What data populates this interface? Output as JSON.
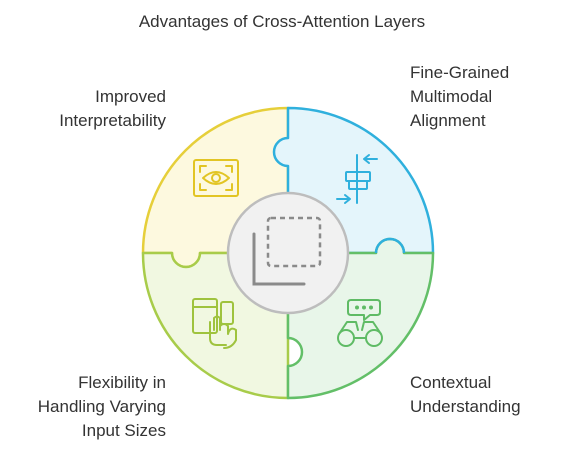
{
  "title": "Advantages of Cross-Attention Layers",
  "quadrants": [
    {
      "position": "top-left",
      "lines": [
        "Improved",
        "Interpretability"
      ],
      "icon": "eye-icon",
      "fill": "#fdf9df",
      "stroke": "#e6cf3a"
    },
    {
      "position": "top-right",
      "lines": [
        "Fine-Grained",
        "Multimodal",
        "Alignment"
      ],
      "icon": "align-center-icon",
      "fill": "#e4f5fb",
      "stroke": "#2fb0dd"
    },
    {
      "position": "bottom-left",
      "lines": [
        "Flexibility in",
        "Handling Varying",
        "Input Sizes"
      ],
      "icon": "touch-devices-icon",
      "fill": "#f1f8e1",
      "stroke": "#a8cc4a"
    },
    {
      "position": "bottom-right",
      "lines": [
        "Contextual",
        "Understanding"
      ],
      "icon": "binoculars-chat-icon",
      "fill": "#e8f6e9",
      "stroke": "#63bf68"
    }
  ],
  "center": {
    "icon": "crop-frame-icon",
    "fill": "#f1f1f1",
    "stroke": "#bdbdbd"
  }
}
